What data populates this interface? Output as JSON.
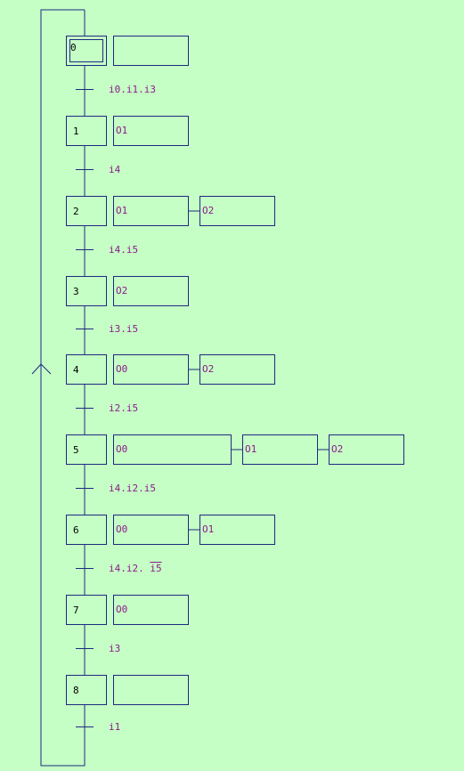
{
  "colors": {
    "background": "#c6ffc6",
    "line": "#1c2a80",
    "action_text": "#8b1a8b",
    "step_text": "#000000"
  },
  "steps": [
    {
      "label": "0",
      "initial": true,
      "actions": [
        ""
      ]
    },
    {
      "label": "1",
      "actions": [
        "O1"
      ]
    },
    {
      "label": "2",
      "actions": [
        "O1",
        "O2"
      ]
    },
    {
      "label": "3",
      "actions": [
        "O2"
      ]
    },
    {
      "label": "4",
      "actions": [
        "O0",
        "O2"
      ]
    },
    {
      "label": "5",
      "actions": [
        "O0",
        "O1",
        "O2"
      ]
    },
    {
      "label": "6",
      "actions": [
        "O0",
        "O1"
      ]
    },
    {
      "label": "7",
      "actions": [
        "O0"
      ]
    },
    {
      "label": "8",
      "actions": [
        ""
      ]
    }
  ],
  "transitions": [
    {
      "parts": [
        {
          "text": "i0.i1.i3"
        }
      ]
    },
    {
      "parts": [
        {
          "text": "i4"
        }
      ]
    },
    {
      "parts": [
        {
          "text": "i4.i5"
        }
      ]
    },
    {
      "parts": [
        {
          "text": "i3.i5"
        }
      ]
    },
    {
      "parts": [
        {
          "text": "i2.i5"
        }
      ]
    },
    {
      "parts": [
        {
          "text": "i4.i2.i5"
        }
      ]
    },
    {
      "parts": [
        {
          "text": "i4.i2. "
        },
        {
          "text": "i5",
          "negated": true
        }
      ]
    },
    {
      "parts": [
        {
          "text": "i3"
        }
      ]
    },
    {
      "parts": [
        {
          "text": "i1"
        }
      ]
    }
  ]
}
